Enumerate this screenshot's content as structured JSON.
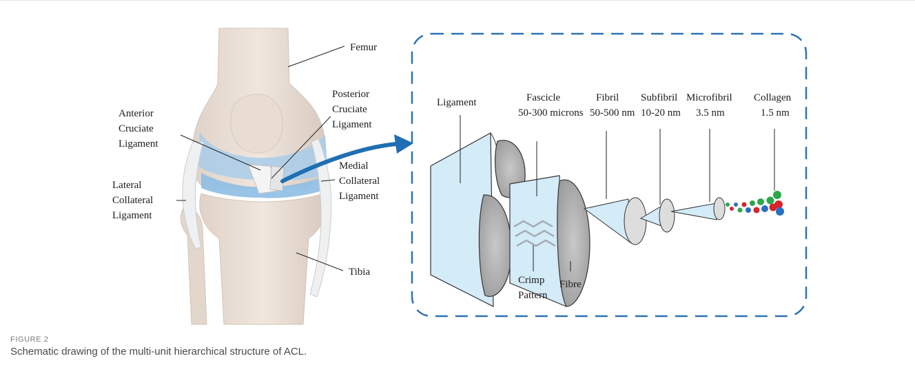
{
  "figure": {
    "label": "FIGURE 2",
    "caption": "Schematic drawing of the multi-unit hierarchical structure of ACL."
  },
  "knee_labels": {
    "femur": "Femur",
    "pcl": [
      "Posterior",
      "Cruciate",
      "Ligament"
    ],
    "acl": [
      "Anterior",
      "Cruciate",
      "Ligament"
    ],
    "mcl": [
      "Medial",
      "Collateral",
      "Ligament"
    ],
    "lcl": [
      "Lateral",
      "Collateral",
      "Ligament"
    ],
    "tibia": "Tibia"
  },
  "hierarchy_labels": {
    "ligament": "Ligament",
    "fascicle": [
      "Fascicle",
      "50-300 microns"
    ],
    "fibril": [
      "Fibril",
      "50-500 nm"
    ],
    "subfibril": [
      "Subfibril",
      "10-20 nm"
    ],
    "microfibril": [
      "Microfibril",
      "3.5 nm"
    ],
    "collagen": [
      "Collagen",
      "1.5 nm"
    ],
    "crimp": [
      "Crimp",
      "Pattern"
    ],
    "fibre": "Fibre"
  },
  "colors": {
    "bone": "#ece1d8",
    "bone_shadow": "#d6c8bd",
    "cartilage": "#a9cdeb",
    "tissue_blue": "#d4ebf8",
    "cross_section": "#b3b3b3",
    "arrow": "#1f6fb2",
    "dash_frame": "#2c72b4",
    "collagen_green": "#2aa84a",
    "collagen_red": "#d5252c",
    "collagen_blue": "#2870c0"
  }
}
